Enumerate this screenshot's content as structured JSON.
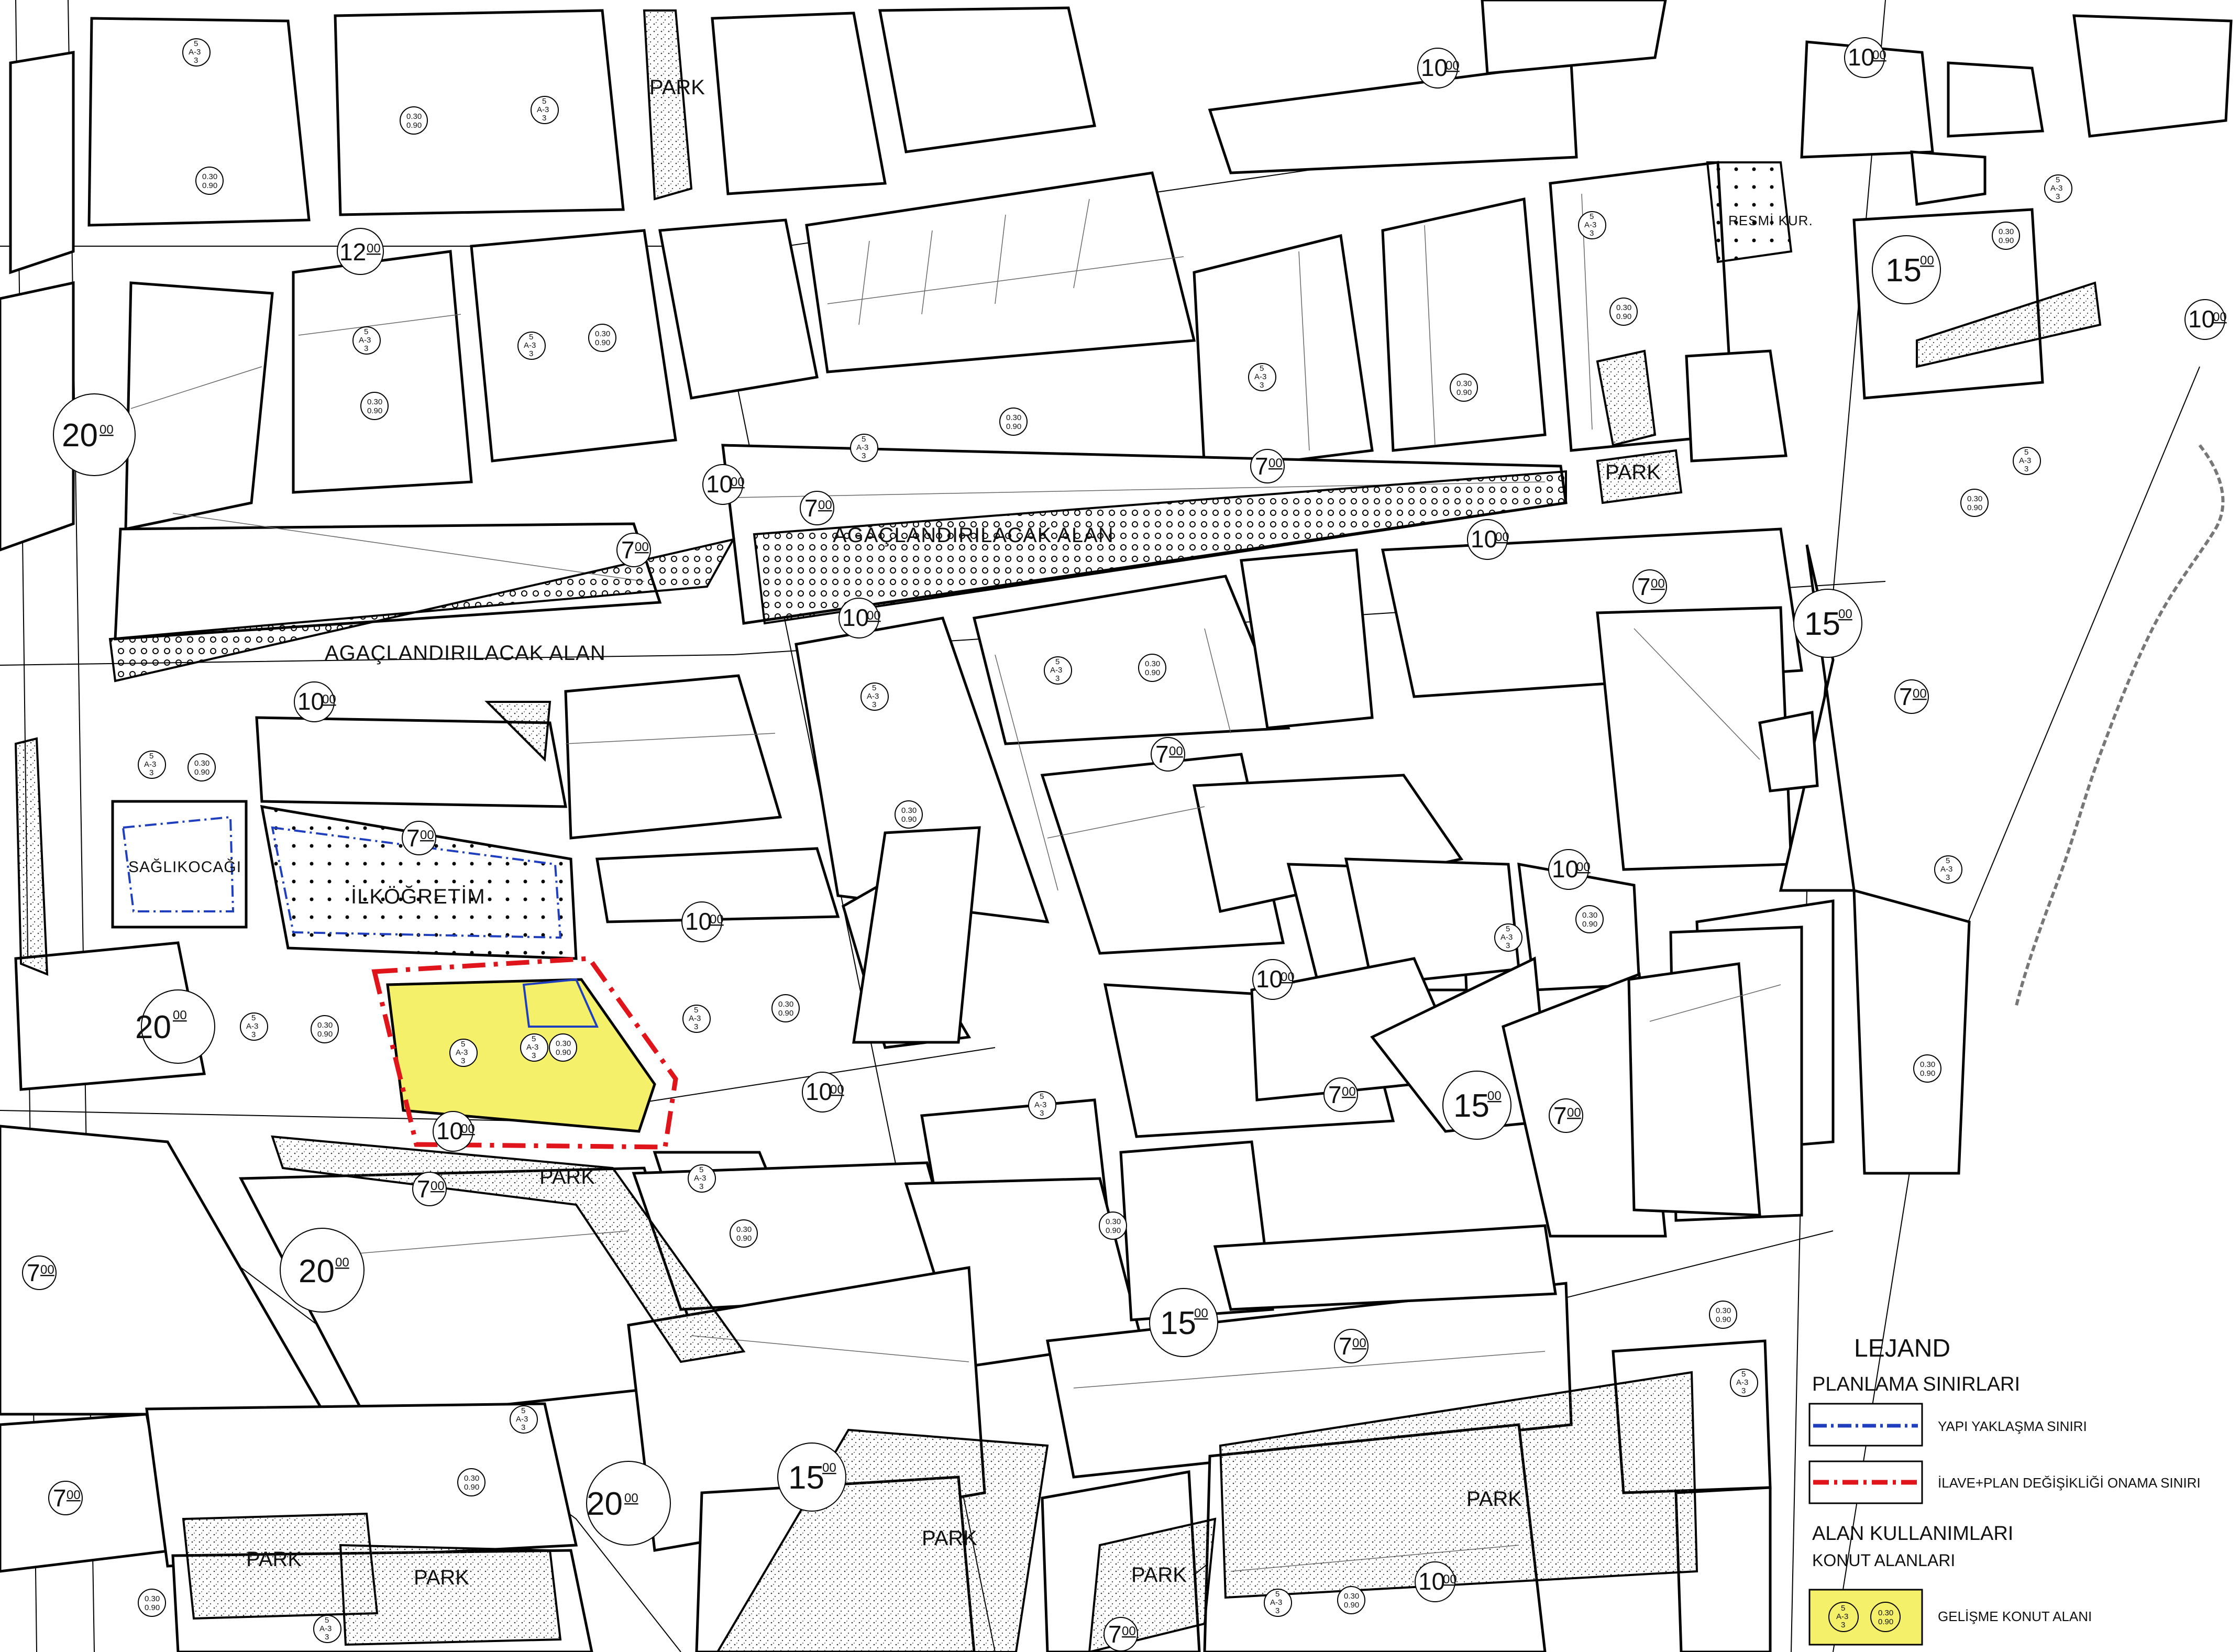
{
  "legend": {
    "title": "LEJAND",
    "section_boundaries": "PLANLAMA SINIRLARI",
    "item_setback": "YAPI YAKLAŞMA SINIRI",
    "item_approval": "İLAVE+PLAN DEĞİŞİKLİĞİ ONAMA SINIRI",
    "section_landuse": "ALAN KULLANIMLARI",
    "section_residential": "KONUT ALANLARI",
    "item_development": "GELİŞME KONUT ALANI",
    "colors": {
      "setback": "#1f3fbf",
      "approval": "#e0141b",
      "development_fill": "#f5f06a"
    }
  },
  "areas": {
    "afforestation": "AGAÇLANDIRILACAK ALAN",
    "park": "PARK",
    "health": "SAĞLIKOCAĞI",
    "school": "İLKÖĞRETİM",
    "official": "RESMİ KUR."
  },
  "plan_codes": {
    "floors": "5",
    "zone": "A-3",
    "setback": "3",
    "taks": "0.30",
    "kaks": "0.90"
  },
  "road_widths": {
    "w7": "7",
    "w10": "10",
    "w12": "12",
    "w15": "15",
    "w20": "20",
    "sup": "00"
  }
}
